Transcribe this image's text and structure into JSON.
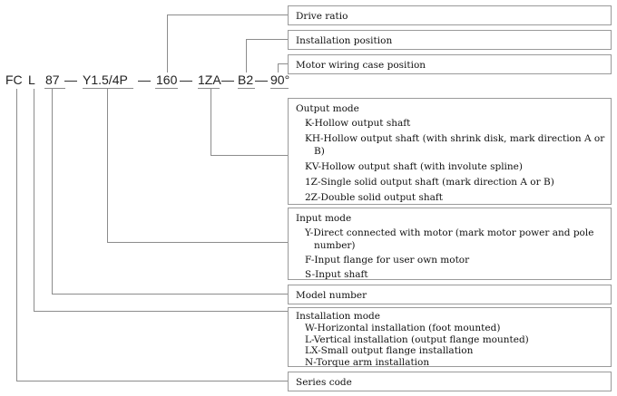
{
  "code": {
    "fc": "FC",
    "l": "L",
    "size": "87",
    "dash1": "—",
    "input": "Y1.5/4P",
    "dash2": "—",
    "ratio": "160",
    "dash3": "—",
    "output": "1ZA",
    "dash4": "—",
    "position": "B2",
    "dash5": "—",
    "wiring": "90°"
  },
  "boxes": {
    "drive_ratio": "Drive ratio",
    "installation_position": "Installation position",
    "motor_wiring": "Motor wiring case position",
    "output_mode": {
      "title": "Output mode",
      "items": [
        "K-Hollow output shaft",
        "KH-Hollow output shaft (with shrink disk, mark direction A or B)",
        "KV-Hollow output shaft (with involute spline)",
        "1Z-Single solid output shaft (mark direction A or B)",
        "2Z-Double solid output shaft"
      ]
    },
    "input_mode": {
      "title": "Input mode",
      "items": [
        "Y-Direct connected with motor (mark motor power and pole number)",
        "F-Input flange for user own motor",
        "S-Input shaft"
      ]
    },
    "model_number": "Model number",
    "installation_mode": {
      "title": "Installation mode",
      "items": [
        "W-Horizontal installation (foot mounted)",
        "L-Vertical installation (output flange mounted)",
        "LX-Small output flange installation",
        "N-Torque arm installation"
      ]
    },
    "series_code": "Series code"
  }
}
